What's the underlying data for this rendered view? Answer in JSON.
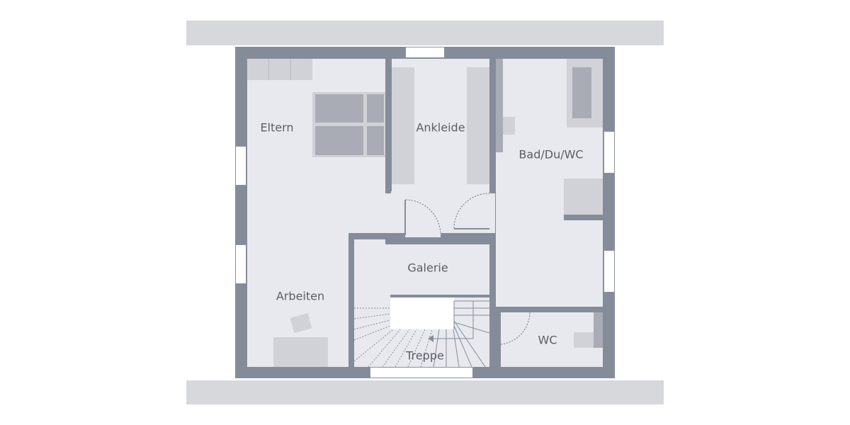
{
  "floor_plan": {
    "rooms": {
      "eltern": "Eltern",
      "ankleide": "Ankleide",
      "bad": "Bad/Du/WC",
      "galerie": "Galerie",
      "arbeiten": "Arbeiten",
      "treppe": "Treppe",
      "wc": "WC"
    },
    "colors": {
      "wall": "#858c99",
      "floor": "#e8e9ee",
      "roof_band": "#d7d8dc",
      "furniture": "#d1d2d8",
      "furniture_dark": "#a9acb4"
    }
  }
}
